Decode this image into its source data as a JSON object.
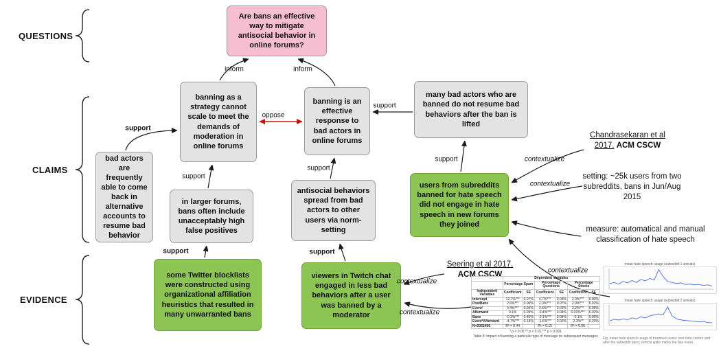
{
  "rows": {
    "questions": "QUESTIONS",
    "claims": "CLAIMS",
    "evidence": "EVIDENCE"
  },
  "edge_labels": {
    "inform": "inform",
    "support": "support",
    "oppose": "oppose",
    "contextualize": "contextualize"
  },
  "nodes": {
    "question": "Are bans an effective way to mitigate antisocial behavior in online forums?",
    "claim_scale": "banning as a strategy cannot scale to meet the demands of moderation in online forums",
    "claim_effective": "banning is an effective response to bad actors in online forums",
    "claim_no_resume": "many bad actors who are banned do not resume bad behaviors after the ban is lifted",
    "claim_alt_accounts": "bad actors are frequently able to come back in alternative accounts to resume bad behavior",
    "claim_false_positives": "in larger forums, bans often include unacceptably high false positives",
    "claim_norm_setting": "antisocial behaviors spread from bad actors to other users via norm-setting",
    "evidence_subreddits": "users from subreddits banned for hate speech did not engage in hate speech in new forums they joined",
    "evidence_blocklists": "some Twitter blocklists were constructed using organizational affiliation heuristics that resulted in many unwarranted bans",
    "evidence_twitch": "viewers in Twitch chat engaged in less bad behaviors after a user was banned by a moderator"
  },
  "annotations": {
    "chandrasekaran_citation": "Chandrasekaran et al 2017.",
    "chandrasekaran_venue": "ACM CSCW",
    "setting_note": "setting: ~25k users from two subreddits, bans in Jun/Aug 2015",
    "measure_note": "measure: automatical and manual classification of hate speech",
    "seering_citation": "Seering et al 2017.",
    "seering_venue": "ACM CSCW"
  },
  "edges": [
    {
      "from": "claim_scale",
      "to": "question",
      "label": "inform"
    },
    {
      "from": "claim_effective",
      "to": "question",
      "label": "inform"
    },
    {
      "from": "claim_scale",
      "to": "claim_effective",
      "label": "oppose",
      "bidirectional": true
    },
    {
      "from": "claim_alt_accounts",
      "to": "claim_scale",
      "label": "support"
    },
    {
      "from": "claim_no_resume",
      "to": "claim_effective",
      "label": "support"
    },
    {
      "from": "claim_false_positives",
      "to": "claim_scale",
      "label": "support"
    },
    {
      "from": "claim_norm_setting",
      "to": "claim_effective",
      "label": "support"
    },
    {
      "from": "evidence_subreddits",
      "to": "claim_no_resume",
      "label": "support"
    },
    {
      "from": "evidence_blocklists",
      "to": "claim_false_positives",
      "label": "support"
    },
    {
      "from": "evidence_twitch",
      "to": "claim_norm_setting",
      "label": "support"
    },
    {
      "from": "chandrasekaran_citation",
      "to": "evidence_subreddits",
      "label": "contextualize"
    },
    {
      "from": "setting_note",
      "to": "evidence_subreddits",
      "label": "contextualize"
    },
    {
      "from": "measure_note",
      "to": "evidence_subreddits",
      "label": "contextualize"
    },
    {
      "from": "hate_speech_figure",
      "to": "evidence_subreddits",
      "label": "contextualize"
    },
    {
      "from": "seering_citation",
      "to": "evidence_twitch",
      "label": "contextualize"
    },
    {
      "from": "regression_table",
      "to": "evidence_twitch",
      "label": "contextualize"
    }
  ],
  "table": {
    "caption": "Table 8: Impact of banning a particular type of message on subsequent messages",
    "header_top": "Dependent Variables",
    "col_groups": [
      "Percentage Spam",
      "Percentage Questions",
      "Percentage Stocks"
    ],
    "sub": [
      "Coefficient",
      "SE"
    ],
    "row_header": "Independent Variables",
    "rows": [
      [
        "Intercept",
        "12.7%***",
        "0.07%",
        "4.7%***",
        "0.03%",
        "2.0%***",
        "0.00%"
      ],
      [
        "PostBans",
        "2.6%***",
        "0.06%",
        "2.3%***",
        "0.07%",
        "2.0%***",
        "0.01%"
      ],
      [
        "Event²",
        "4.4%***",
        "0.05%",
        "3.6%***",
        "0.02%",
        "3.2%***",
        "0.05%"
      ],
      [
        "Afterward",
        "0.1%",
        "0.09%",
        "-0.4%***",
        "0.04%",
        "0.01%***",
        "0.02%"
      ],
      [
        "Bans",
        "-0.3%***",
        "0.40%",
        "-0.1%***",
        "0.04%",
        "-0.1%",
        "0.00%"
      ],
      [
        "Event*Afterward",
        "-4.7%***",
        "0.13%",
        "-1.6%***",
        "0.02%",
        "-2.3%**",
        "0.20%"
      ],
      [
        "N=2052456",
        "R² = 0.44",
        "",
        "R² = 0.15",
        "",
        "R² = 0.06",
        ""
      ]
    ],
    "footnote": "* p < 0.05 ** p < 0.01 *** p < 0.001"
  },
  "figure": {
    "titles": [
      "mean hate speech usage (subreddit 1 arrivals)",
      "mean hate speech usage (subreddit 2 arrivals)"
    ],
    "caption": "Fig: mean hate speech usage of treatment users over time, before and after the subreddit bans; vertical spike marks the ban event.",
    "series": [
      [
        0.25,
        0.3,
        0.22,
        0.35,
        0.28,
        0.4,
        0.3,
        0.45,
        0.38,
        0.5,
        0.42,
        0.95,
        0.6,
        0.35,
        0.3,
        0.25,
        0.28,
        0.2,
        0.22,
        0.18,
        0.2,
        0.15,
        0.18,
        0.12
      ],
      [
        0.2,
        0.28,
        0.24,
        0.3,
        0.26,
        0.35,
        0.3,
        0.4,
        0.35,
        0.45,
        0.5,
        0.55,
        0.5,
        0.9,
        0.45,
        0.3,
        0.25,
        0.22,
        0.2,
        0.18,
        0.15,
        0.17,
        0.12,
        0.1
      ]
    ]
  },
  "colors": {
    "question_fill": "#f6bed0",
    "claim_fill": "#e3e3e3",
    "evidence_fill": "#8dc554",
    "oppose_arrow": "#cc1111",
    "arrow": "#1a1a1a",
    "figure_line": "#4a6fd4"
  }
}
